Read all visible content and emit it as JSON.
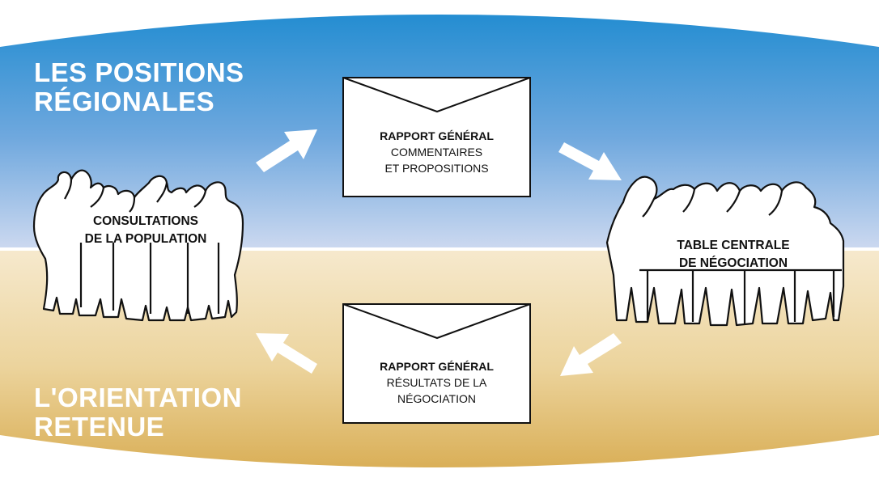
{
  "top_title": {
    "line1": "LES POSITIONS",
    "line2": "RÉGIONALES"
  },
  "bottom_title": {
    "line1": "L'ORIENTATION",
    "line2": "RETENUE"
  },
  "population": {
    "line1": "CONSULTATIONS",
    "line2": "DE LA POPULATION"
  },
  "table": {
    "line1": "TABLE CENTRALE",
    "line2": "DE NÉGOCIATION"
  },
  "envelope_top": {
    "title": "RAPPORT GÉNÉRAL",
    "line1": "COMMENTAIRES",
    "line2": "ET PROPOSITIONS"
  },
  "envelope_bottom": {
    "title": "RAPPORT GÉNÉRAL",
    "line1": "RÉSULTATS DE LA",
    "line2": "NÉGOCIATION"
  },
  "colors": {
    "sky_top": "#1b8ad0",
    "sky_bottom": "#cdd9f0",
    "sand_top": "#f6e9cd",
    "sand_bottom": "#d7aa4e",
    "ink": "#111111"
  }
}
